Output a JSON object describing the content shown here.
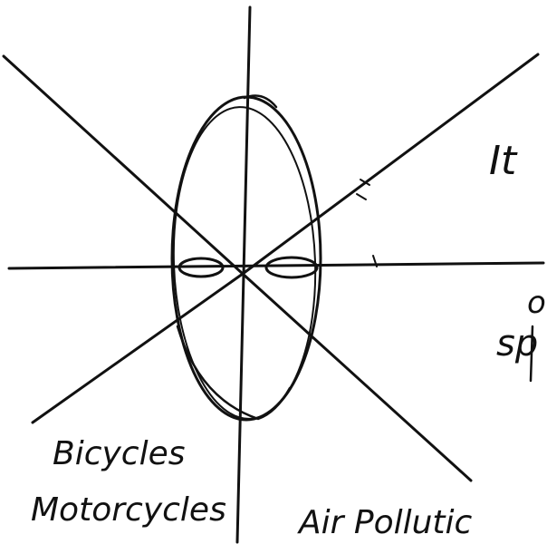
{
  "diagram": {
    "labels": {
      "bicycles": "Bicycles",
      "motorcycles": "Motorcycles",
      "air_pollution": "Air Pollutic",
      "top_right_fragment": "It",
      "right_fragment_1": "o",
      "right_fragment_2": "sp"
    },
    "stroke_color": "#111111",
    "background_color": "#ffffff"
  }
}
